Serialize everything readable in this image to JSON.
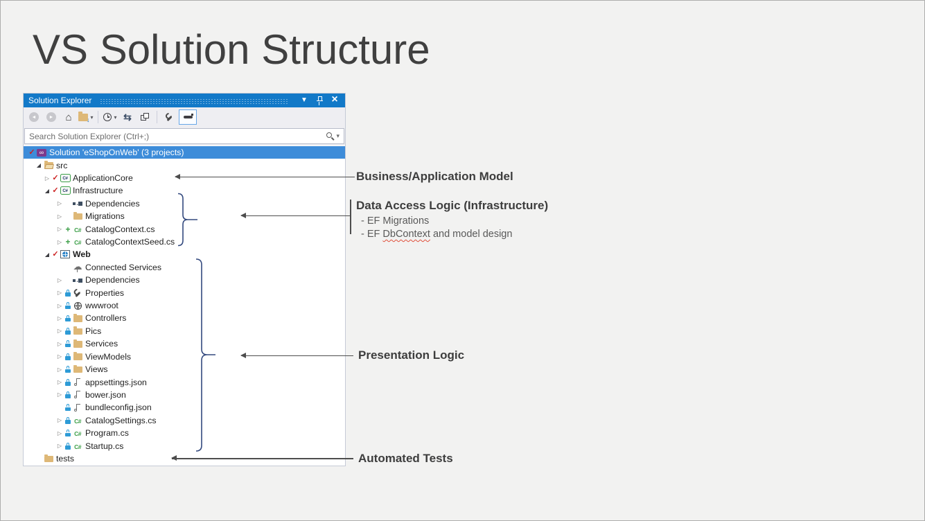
{
  "slide": {
    "title": "VS Solution Structure"
  },
  "panel": {
    "title": "Solution Explorer",
    "titlebar_icons": [
      "window-position-caret-icon",
      "pin-icon",
      "close-icon"
    ],
    "toolbar": {
      "items": [
        {
          "name": "back",
          "icon": "circle-arrow-left",
          "glyph": "◄"
        },
        {
          "name": "forward",
          "icon": "circle-arrow-right",
          "glyph": "►"
        },
        {
          "name": "home",
          "icon": "home",
          "glyph": "⌂"
        },
        {
          "name": "switch-views",
          "icon": "folder-switch",
          "caret": true
        },
        {
          "separator": true
        },
        {
          "name": "pending-changes-filter",
          "icon": "clock",
          "caret": true
        },
        {
          "name": "sync-with-active-document",
          "icon": "sync",
          "glyph": "⇆"
        },
        {
          "name": "collapse-all",
          "icon": "collapse-all"
        },
        {
          "separator": true
        },
        {
          "name": "properties",
          "icon": "wrench"
        },
        {
          "name": "preview-selected-items",
          "icon": "preview",
          "active": true
        }
      ]
    },
    "search": {
      "placeholder": "Search Solution Explorer (Ctrl+;)"
    },
    "tree": {
      "rows": [
        {
          "label": "Solution 'eShopOnWeb' (3 projects)",
          "level": 0,
          "exp": null,
          "aux": "check",
          "icon": "sln",
          "selected": true
        },
        {
          "label": "src",
          "level": 1,
          "exp": "open",
          "aux": null,
          "icon": "folder-open"
        },
        {
          "label": "ApplicationCore",
          "level": 2,
          "exp": "closed",
          "aux": "check",
          "icon": "csproj"
        },
        {
          "label": "Infrastructure",
          "level": 2,
          "exp": "open",
          "aux": "check",
          "icon": "csproj"
        },
        {
          "label": "Dependencies",
          "level": 3,
          "exp": "closed",
          "aux": null,
          "icon": "dep"
        },
        {
          "label": "Migrations",
          "level": 3,
          "exp": "closed",
          "aux": null,
          "icon": "folder"
        },
        {
          "label": "CatalogContext.cs",
          "level": 3,
          "exp": "closed",
          "aux": "plus",
          "icon": "csfile"
        },
        {
          "label": "CatalogContextSeed.cs",
          "level": 3,
          "exp": "closed",
          "aux": "plus",
          "icon": "csfile"
        },
        {
          "label": "Web",
          "level": 2,
          "exp": "open",
          "aux": "check",
          "icon": "web",
          "bold": true
        },
        {
          "label": "Connected Services",
          "level": 3,
          "exp": null,
          "aux": null,
          "icon": "cloud"
        },
        {
          "label": "Dependencies",
          "level": 3,
          "exp": "closed",
          "aux": null,
          "icon": "dep"
        },
        {
          "label": "Properties",
          "level": 3,
          "exp": "closed",
          "aux": "lock",
          "icon": "wrench"
        },
        {
          "label": "wwwroot",
          "level": 3,
          "exp": "closed",
          "aux": "lock",
          "icon": "globe"
        },
        {
          "label": "Controllers",
          "level": 3,
          "exp": "closed",
          "aux": "lock",
          "icon": "folder"
        },
        {
          "label": "Pics",
          "level": 3,
          "exp": "closed",
          "aux": "lock",
          "icon": "folder"
        },
        {
          "label": "Services",
          "level": 3,
          "exp": "closed",
          "aux": "lock",
          "icon": "folder"
        },
        {
          "label": "ViewModels",
          "level": 3,
          "exp": "closed",
          "aux": "lock",
          "icon": "folder"
        },
        {
          "label": "Views",
          "level": 3,
          "exp": "closed",
          "aux": "lock",
          "icon": "folder"
        },
        {
          "label": "appsettings.json",
          "level": 3,
          "exp": "closed",
          "aux": "lock",
          "icon": "json"
        },
        {
          "label": "bower.json",
          "level": 3,
          "exp": "closed",
          "aux": "lock",
          "icon": "json"
        },
        {
          "label": "bundleconfig.json",
          "level": 3,
          "exp": null,
          "aux": "lock",
          "icon": "json"
        },
        {
          "label": "CatalogSettings.cs",
          "level": 3,
          "exp": "closed",
          "aux": "lock",
          "icon": "csfile"
        },
        {
          "label": "Program.cs",
          "level": 3,
          "exp": "closed",
          "aux": "lock",
          "icon": "csfile"
        },
        {
          "label": "Startup.cs",
          "level": 3,
          "exp": "closed",
          "aux": "lock",
          "icon": "csfile"
        },
        {
          "label": "tests",
          "level": 1,
          "exp": null,
          "aux": null,
          "icon": "folder"
        }
      ]
    }
  },
  "annotations": [
    {
      "title": "Business/Application Model",
      "bullets": []
    },
    {
      "title": "Data Access Logic (Infrastructure)",
      "bullets": [
        [
          {
            "text": "- EF Migrations"
          }
        ],
        [
          {
            "text": "- EF "
          },
          {
            "text": "DbContext",
            "squiggle": true
          },
          {
            "text": " and model design"
          }
        ]
      ]
    },
    {
      "title": "Presentation Logic",
      "bullets": []
    },
    {
      "title": "Automated Tests",
      "bullets": []
    }
  ],
  "colors": {
    "titlebar_blue": "#1279C8",
    "selection_blue": "#3D8CD9",
    "brace_navy": "#33497E",
    "arrow_gray": "#4D4D4D",
    "folder_tan": "#DEB877",
    "lock_blue": "#2E9BD6",
    "csharp_green": "#3A9E46",
    "red_check": "#CC2222",
    "vs_purple": "#7C3A8D"
  }
}
